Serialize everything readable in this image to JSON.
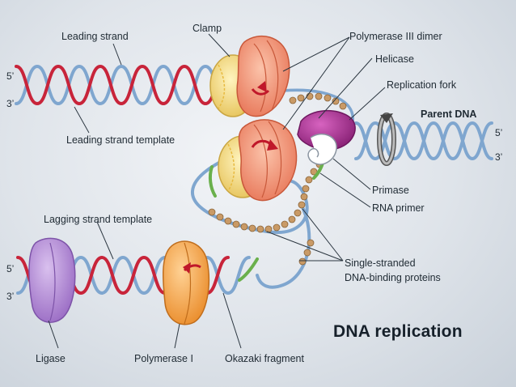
{
  "labels": {
    "leading_strand": "Leading strand",
    "clamp": "Clamp",
    "polymerase_iii_dimer": "Polymerase III dimer",
    "helicase": "Helicase",
    "replication_fork": "Replication fork",
    "parent_dna": "Parent DNA",
    "leading_strand_template": "Leading strand template",
    "primase": "Primase",
    "rna_primer": "RNA primer",
    "lagging_strand_template": "Lagging strand template",
    "single_stranded_line1": "Single-stranded",
    "single_stranded_line2": "DNA-binding proteins",
    "ligase": "Ligase",
    "polymerase_i": "Polymerase I",
    "okazaki_fragment": "Okazaki fragment"
  },
  "ends": {
    "top_left_5": "5’",
    "top_left_3": "3’",
    "right_5": "5’",
    "right_3": "3’",
    "bottom_left_5": "5’",
    "bottom_left_3": "3’"
  },
  "title": "DNA replication",
  "colors": {
    "strand_red": "#c8243a",
    "strand_blue": "#7fa6cf",
    "clamp_yellow": "#f6e08a",
    "polymerase_salmon": "#f0987a",
    "helicase_magenta": "#a3288e",
    "ligase_purple": "#b48ad6",
    "polymerase_i_orange": "#f5a84e",
    "ssb_tan": "#c99a66",
    "primer_green": "#6ab04c"
  }
}
